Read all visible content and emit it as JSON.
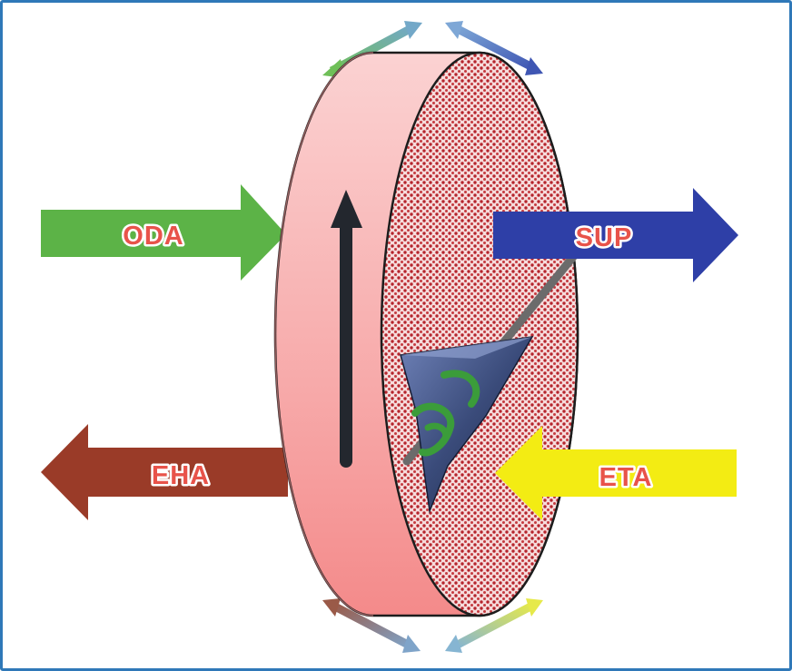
{
  "labels": {
    "outdoor_air": "ODA",
    "supply_air": "SUP",
    "exhaust_air": "EHA",
    "extract_air": "ETA"
  },
  "colors": {
    "frame": "#2f78b8",
    "oda_arrow": "#5cb347",
    "sup_arrow": "#2e3fa7",
    "eha_arrow": "#9a3b28",
    "eta_arrow": "#f3ec13",
    "wheel_rim": "#f7a6a6",
    "wheel_face": "#f6dcdc",
    "wheel_dots": "#b5242c",
    "label_text": "#e8534a",
    "label_outline": "#ffffff",
    "rotation_arrow": "#23272e",
    "drive_belt": "#3b9c3a"
  },
  "icons": {
    "rotation": "rotation-direction-arrow-icon",
    "motor": "drive-motor-icon"
  }
}
